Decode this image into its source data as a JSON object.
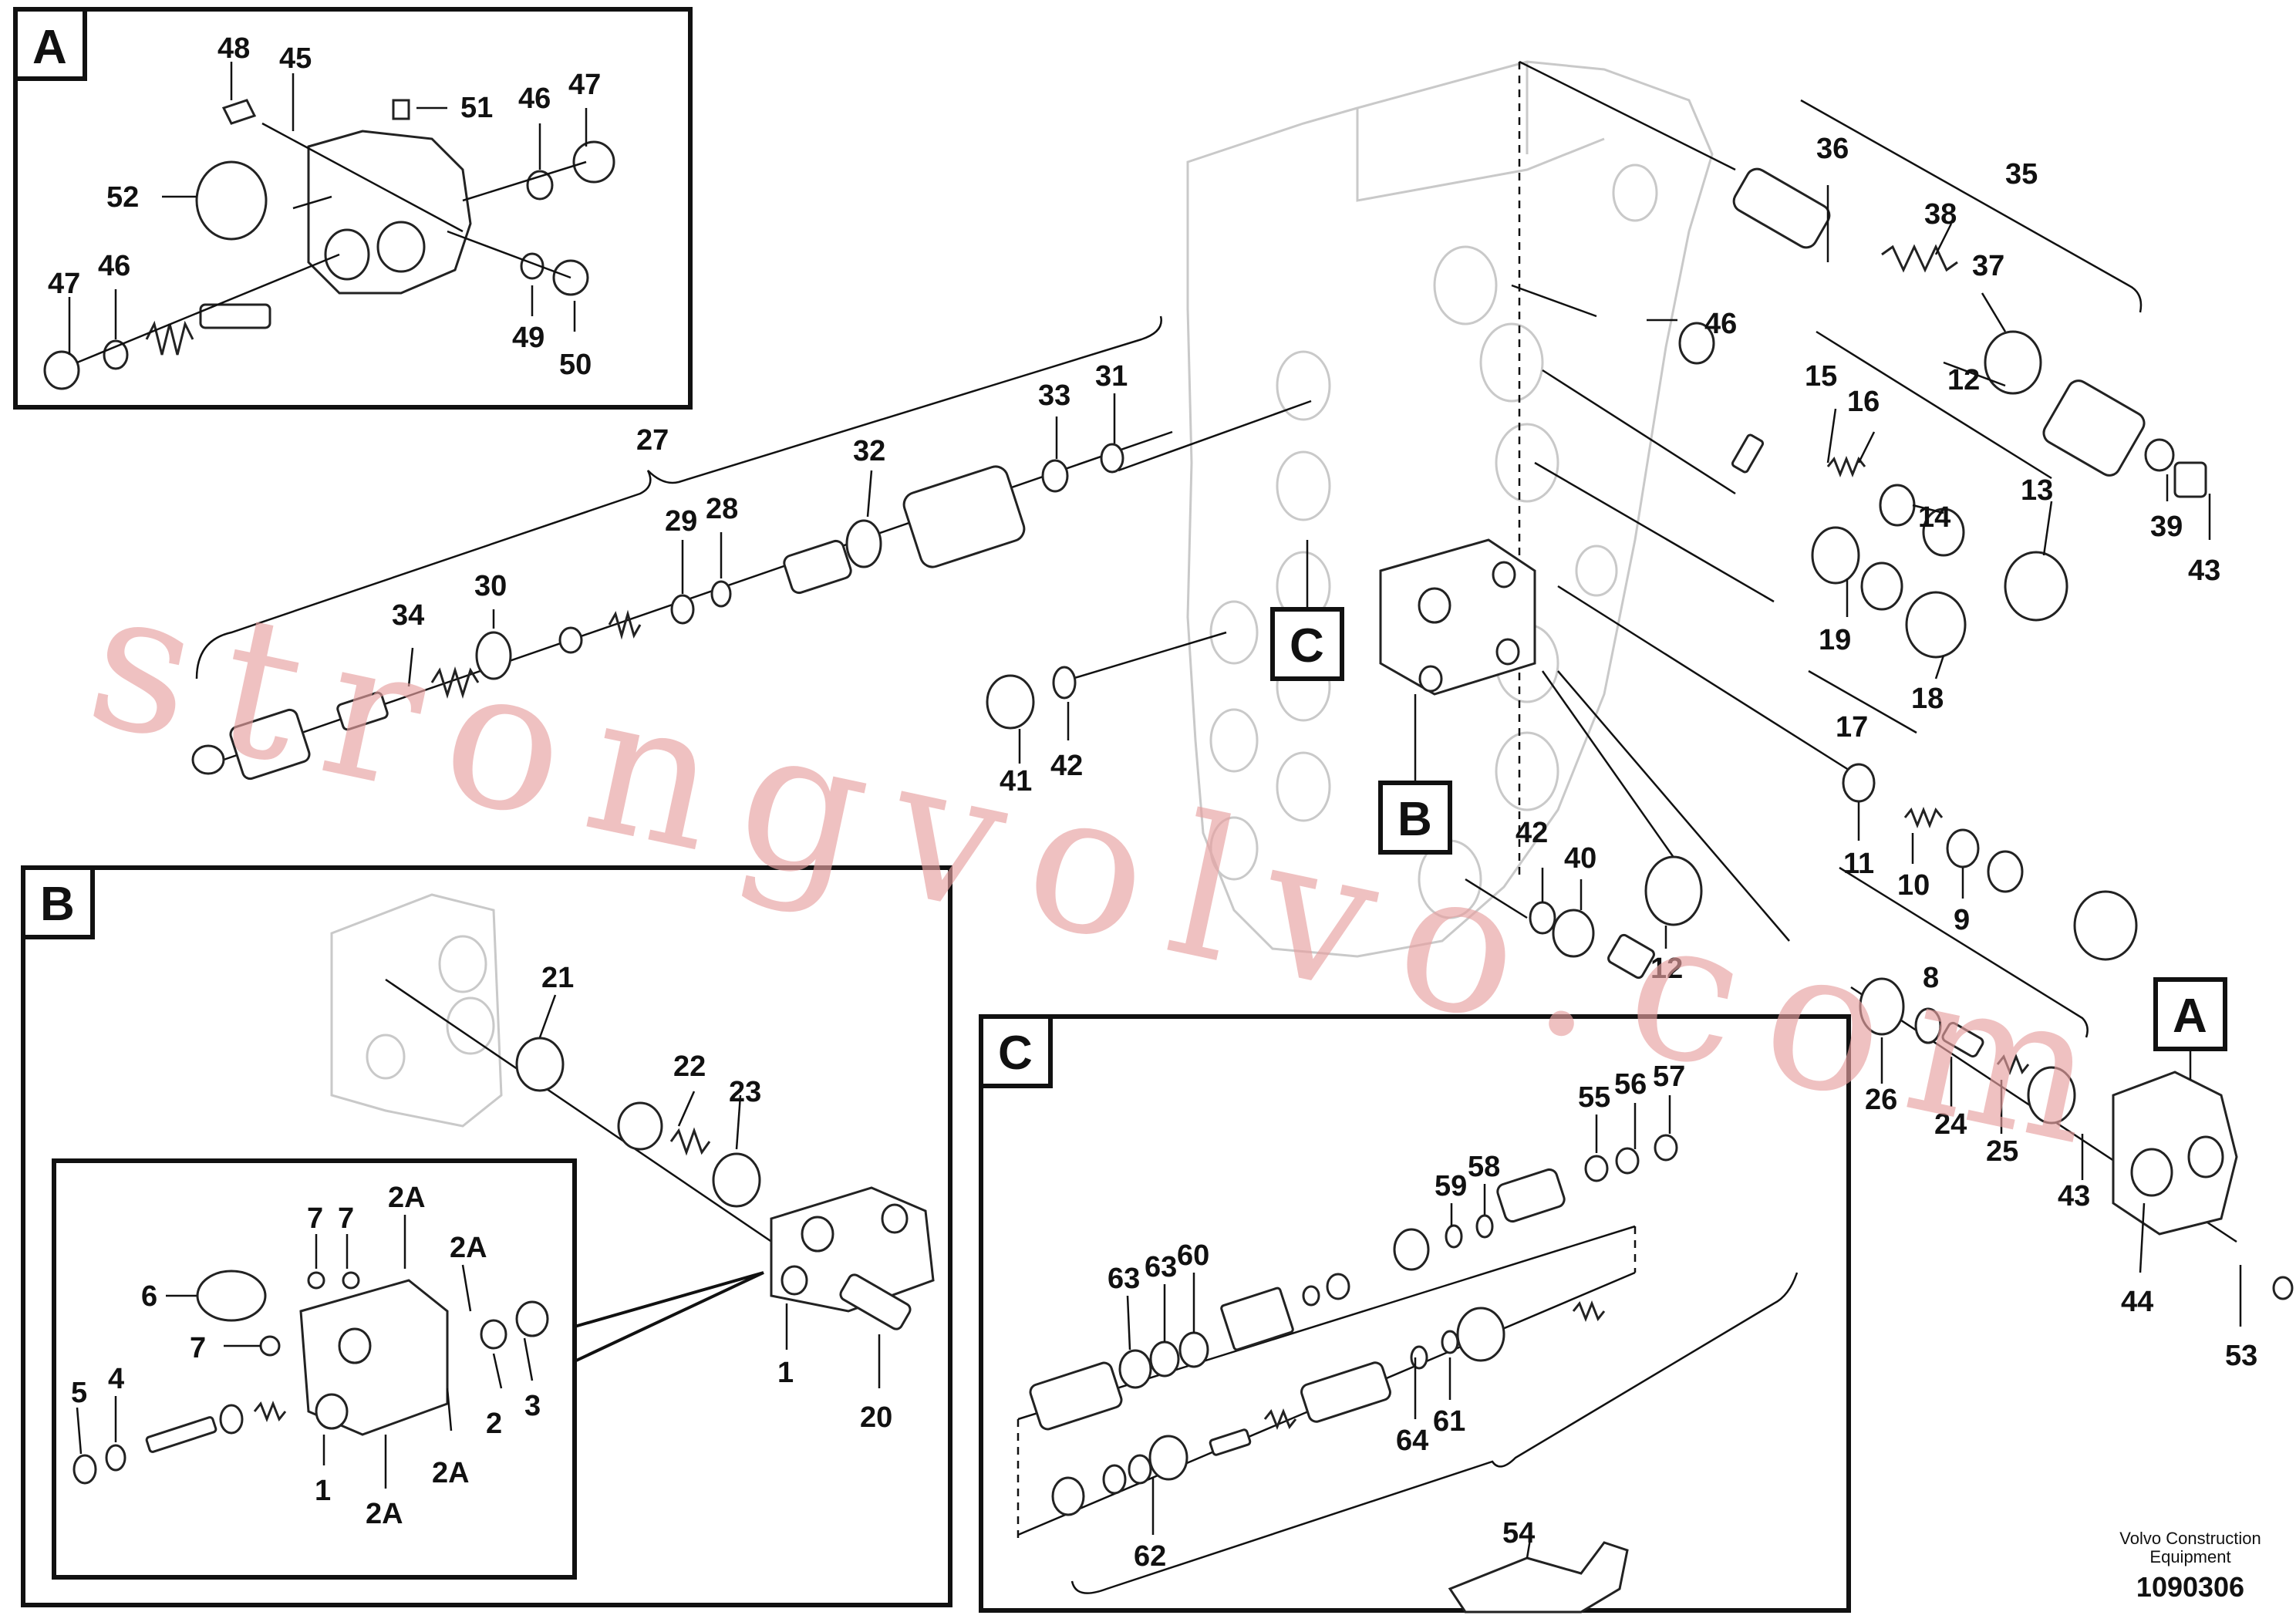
{
  "title_block": {
    "company_line1": "Volvo Construction",
    "company_line2": "Equipment",
    "drawing_number": "1090306"
  },
  "watermark": "strongvolvo.com",
  "detail_labels": {
    "a_box": "A",
    "b_box": "B",
    "c_box": "C",
    "a_ref": "A",
    "b_ref": "B",
    "c_ref": "C"
  },
  "callouts": {
    "box_a": [
      "48",
      "45",
      "51",
      "46",
      "47",
      "52",
      "47",
      "46",
      "49",
      "50"
    ],
    "main_top": [
      "36",
      "35",
      "38",
      "37",
      "46",
      "15",
      "16",
      "12",
      "13",
      "14",
      "19",
      "18",
      "17",
      "39",
      "43"
    ],
    "main_left": [
      "27",
      "33",
      "31",
      "32",
      "29",
      "28",
      "30",
      "34",
      "41",
      "42"
    ],
    "main_center": [
      "42",
      "40",
      "12",
      "11",
      "10",
      "9",
      "8"
    ],
    "main_right": [
      "26",
      "24",
      "25",
      "43",
      "44",
      "53"
    ],
    "box_b": [
      "21",
      "22",
      "23",
      "1",
      "20",
      "7",
      "7",
      "2A",
      "2A",
      "6",
      "7",
      "5",
      "4",
      "3",
      "2",
      "2A",
      "1",
      "2A"
    ],
    "box_c": [
      "55",
      "56",
      "57",
      "59",
      "58",
      "63",
      "63",
      "60",
      "64",
      "61",
      "62",
      "54"
    ]
  }
}
